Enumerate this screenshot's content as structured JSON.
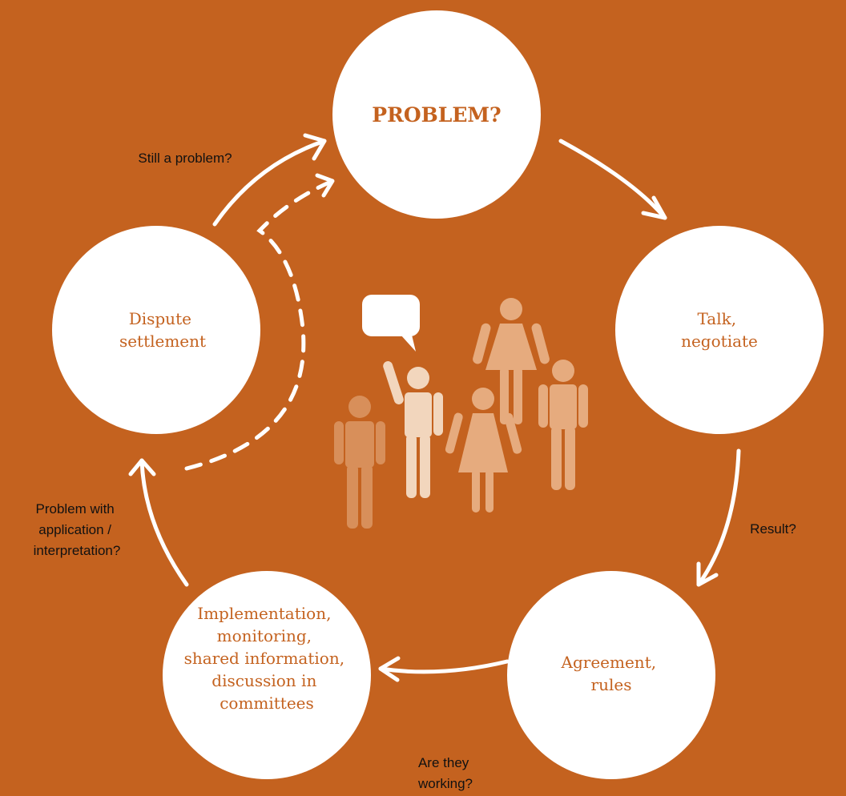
{
  "colors": {
    "background": "#c4621f",
    "node_fill": "#ffffff",
    "node_text": "#c4621f",
    "label_text": "#111111",
    "figure_dark": "#d88f5a",
    "figure_mid": "#e6ab7e",
    "figure_light": "#f2d6bd"
  },
  "nodes": {
    "problem": "PROBLEM?",
    "talk": [
      "Talk,",
      "negotiate"
    ],
    "agreement": [
      "Agreement,",
      "rules"
    ],
    "implementation": [
      "Implementation,",
      "monitoring,",
      "shared information,",
      "discussion in",
      "committees"
    ],
    "dispute": [
      "Dispute",
      "settlement"
    ]
  },
  "edge_labels": {
    "result": "Result?",
    "working": [
      "Are they",
      "working?"
    ],
    "application": [
      "Problem with",
      "application /",
      "interpretation?"
    ],
    "still_problem": "Still a problem?"
  },
  "icons": [
    "speech-bubble-icon",
    "people-group-icon"
  ]
}
